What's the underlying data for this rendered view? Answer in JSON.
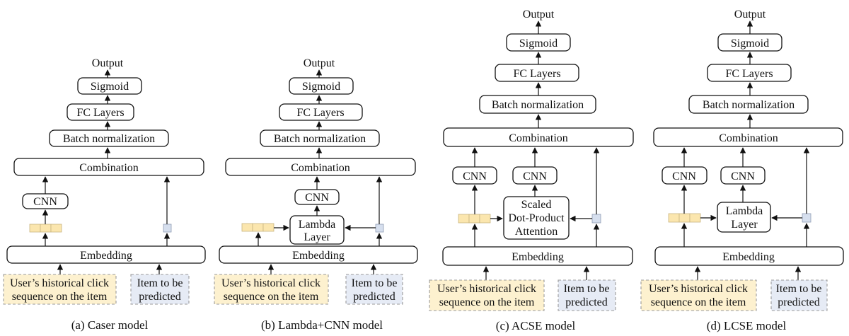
{
  "panels": [
    {
      "caption": "(a) Caser model",
      "output": "Output",
      "sigmoid": "Sigmoid",
      "fc": "FC Layers",
      "bn": "Batch normalization",
      "combination": "Combination",
      "cnn": "CNN",
      "embedding": "Embedding",
      "user_input": [
        "User’s historical click",
        "sequence on the item"
      ],
      "item_input": [
        "Item to be",
        "predicted"
      ]
    },
    {
      "caption": "(b) Lambda+CNN model",
      "output": "Output",
      "sigmoid": "Sigmoid",
      "fc": "FC Layers",
      "bn": "Batch normalization",
      "combination": "Combination",
      "cnn": "CNN",
      "lambda": [
        "Lambda",
        "Layer"
      ],
      "embedding": "Embedding",
      "user_input": [
        "User’s historical click",
        "sequence on the item"
      ],
      "item_input": [
        "Item to be",
        "predicted"
      ]
    },
    {
      "caption": "(c) ACSE model",
      "output": "Output",
      "sigmoid": "Sigmoid",
      "fc": "FC Layers",
      "bn": "Batch normalization",
      "combination": "Combination",
      "cnn_left": "CNN",
      "cnn_mid": "CNN",
      "attention": [
        "Scaled",
        "Dot-Product",
        "Attention"
      ],
      "embedding": "Embedding",
      "user_input": [
        "User’s historical click",
        "sequence on the item"
      ],
      "item_input": [
        "Item to be",
        "predicted"
      ]
    },
    {
      "caption": "(d) LCSE model",
      "output": "Output",
      "sigmoid": "Sigmoid",
      "fc": "FC Layers",
      "bn": "Batch normalization",
      "combination": "Combination",
      "cnn_left": "CNN",
      "cnn_mid": "CNN",
      "lambda": [
        "Lambda",
        "Layer"
      ],
      "embedding": "Embedding",
      "user_input": [
        "User’s historical click",
        "sequence on the item"
      ],
      "item_input": [
        "Item to be",
        "predicted"
      ]
    }
  ]
}
